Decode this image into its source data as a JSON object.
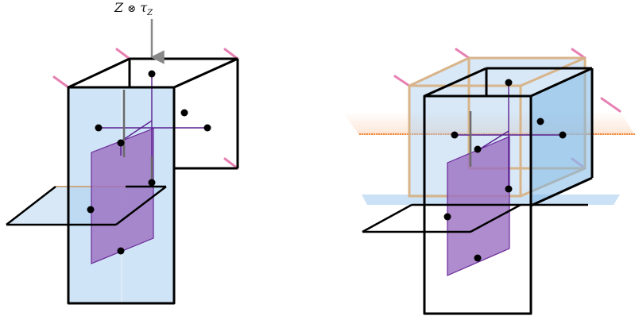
{
  "annotation": {
    "symbol": "Z",
    "operator": "⊗",
    "tau": "τ",
    "subscript": "Z"
  },
  "colors": {
    "frame": "#000000",
    "plane_blue": "#a8cdee",
    "plane_purple": "#9b6fc0",
    "purple_stroke": "#6a2a9a",
    "pink_tick": "#e0569a",
    "tan_frame": "#d8b48a",
    "orange_band": "#f28a3c",
    "arrow": "#888888"
  }
}
